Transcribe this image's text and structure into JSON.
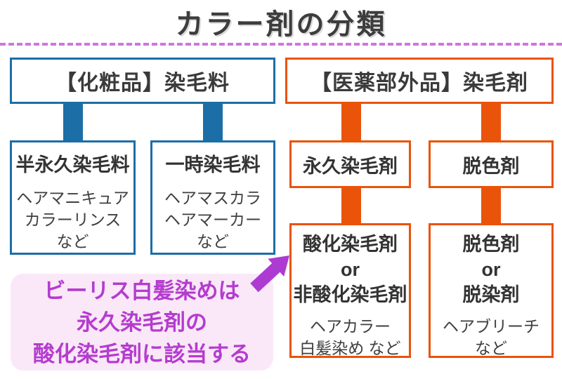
{
  "title": "カラー剤の分類",
  "cosmetics": {
    "header": "【化粧品】染毛料",
    "children": [
      {
        "title": "半永久染毛料",
        "examples": [
          "ヘアマニキュア",
          "カラーリンス",
          "など"
        ]
      },
      {
        "title": "一時染毛料",
        "examples": [
          "ヘアマスカラ",
          "ヘアマーカー",
          "など"
        ]
      }
    ]
  },
  "quasi": {
    "header": "【医薬部外品】染毛剤",
    "children": [
      {
        "title": "永久染毛剤"
      },
      {
        "title": "脱色剤"
      }
    ],
    "grandchildren": [
      {
        "lines": [
          "酸化染毛剤",
          "or",
          "非酸化染毛剤"
        ],
        "examples": [
          "ヘアカラー",
          "白髪染め など"
        ]
      },
      {
        "lines": [
          "脱色剤",
          "or",
          "脱染剤"
        ],
        "examples": [
          "ヘアブリーチ",
          "など"
        ]
      }
    ]
  },
  "callout": {
    "lines": [
      "ビーリス白髪染めは",
      "永久染毛剤の",
      "酸化染毛剤に該当する"
    ]
  },
  "colors": {
    "cosmetics_blue": "#1c6ea6",
    "quasi_drug_orange": "#ea530a",
    "callout_purple": "#b43ccf",
    "callout_bg_pink": "#fae8f8",
    "divider_dash_purple": "#cf75de",
    "title_text": "#3d3d3d"
  }
}
